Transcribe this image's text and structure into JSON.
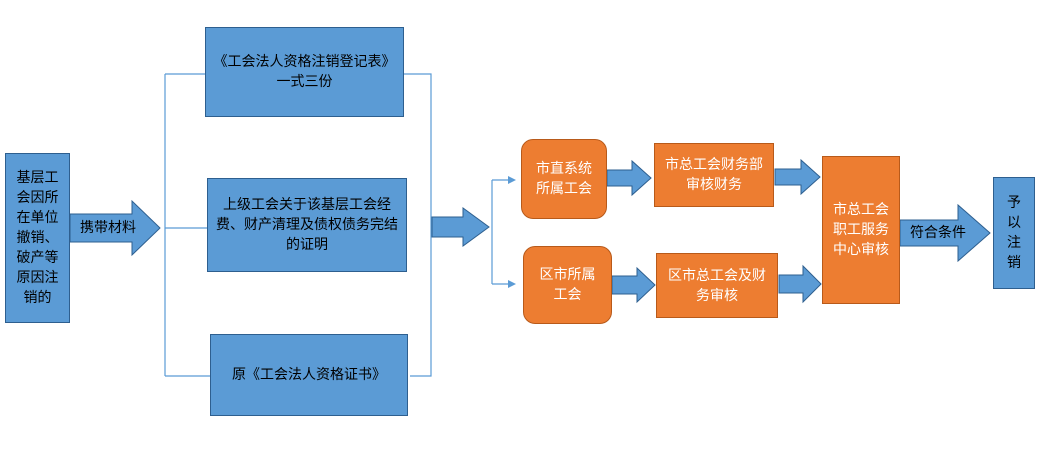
{
  "colors": {
    "blue_box": "#5b9bd5",
    "orange_box": "#ed7d31",
    "arrow_blue": "#5b9bd5",
    "connector": "#5b9bd5"
  },
  "start": {
    "text": "基层工\n会因所\n在单位\n撤销、\n破产等\n原因注\n销的"
  },
  "carry_arrow": {
    "label": "携带材料"
  },
  "materials": [
    {
      "text": "《工会法人资格注销登记表》\n一式三份"
    },
    {
      "text": "上级工会关于该基层工会经\n费、财产清理及债权债务完结\n的证明"
    },
    {
      "text": "原《工会法人资格证书》"
    }
  ],
  "branches": {
    "city_direct": {
      "text": "市直系统\n所属工会"
    },
    "district": {
      "text": "区市所属\n工会"
    }
  },
  "reviews": {
    "city_finance": {
      "text": "市总工会财务部\n审核财务"
    },
    "district_finance": {
      "text": "区市总工会及财\n务审核"
    }
  },
  "center": {
    "text": "市总工会\n职工服务\n中心审核"
  },
  "qualify_arrow": {
    "label": "符合条件"
  },
  "result": {
    "text": "予\n以\n注\n销"
  }
}
